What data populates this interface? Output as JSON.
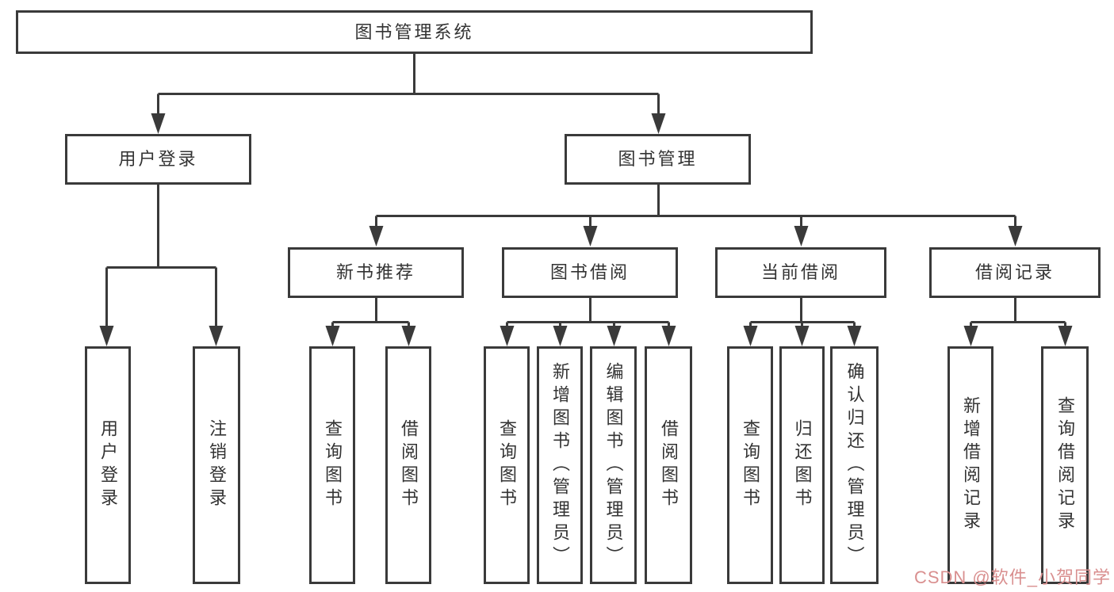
{
  "colors": {
    "line": "#3a3a3a",
    "border": "#3a3a3a",
    "text": "#333333",
    "background": "#ffffff",
    "watermark": "#d98f8f"
  },
  "watermark": {
    "text": "CSDN @软件_小贺同学"
  },
  "tree": {
    "root": {
      "label": "图书管理系统"
    },
    "branches": [
      {
        "label": "用户登录",
        "leaves": [
          {
            "label": "用户登录"
          },
          {
            "label": "注销登录"
          }
        ]
      },
      {
        "label": "图书管理",
        "groups": [
          {
            "label": "新书推荐",
            "leaves": [
              {
                "label": "查询图书"
              },
              {
                "label": "借阅图书"
              }
            ]
          },
          {
            "label": "图书借阅",
            "leaves": [
              {
                "label": "查询图书"
              },
              {
                "label": "新增图书（管理员）"
              },
              {
                "label": "编辑图书（管理员）"
              },
              {
                "label": "借阅图书"
              }
            ]
          },
          {
            "label": "当前借阅",
            "leaves": [
              {
                "label": "查询图书"
              },
              {
                "label": "归还图书"
              },
              {
                "label": "确认归还（管理员）"
              }
            ]
          },
          {
            "label": "借阅记录",
            "leaves": [
              {
                "label": "新增借阅记录"
              },
              {
                "label": "查询借阅记录"
              }
            ]
          }
        ]
      }
    ]
  }
}
